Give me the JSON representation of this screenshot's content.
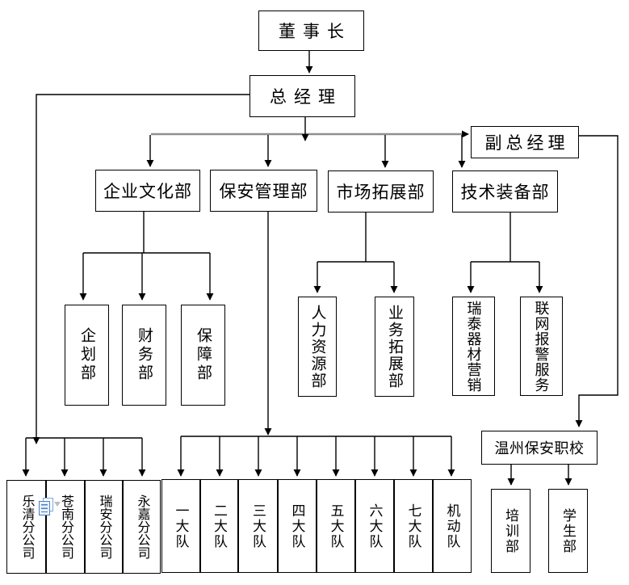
{
  "org": {
    "chairman": "董事长",
    "general_manager": "总经理",
    "deputy_general_manager": "副总经理",
    "departments": [
      "企业文化部",
      "保安管理部",
      "市场拓展部",
      "技术装备部"
    ],
    "culture_subs": [
      "企划部",
      "财务部",
      "保障部"
    ],
    "market_subs": [
      "人力资源部",
      "业务拓展部"
    ],
    "tech_subs": [
      "瑞泰器材营销",
      "联网报警服务"
    ],
    "school": "温州保安职校",
    "school_subs": [
      "培训部",
      "学生部"
    ],
    "branch_companies": [
      "乐清分公司",
      "苍南分公司",
      "瑞安分公司",
      "永嘉分公司"
    ],
    "brigades": [
      "一大队",
      "二大队",
      "三大队",
      "四大队",
      "五大队",
      "六大队",
      "七大队",
      "机动队"
    ]
  },
  "icons": {
    "document_icon": "📄",
    "caret_icon": "▾"
  },
  "colors": {
    "background": "#ffffff",
    "box_border": "#000000",
    "connector_line": "#000000",
    "distribution_line": "#8f8f8f",
    "document_icon_border": "#4f81bd",
    "document_icon_fill": "#e8f0fa",
    "caret_gray": "#bdbdbd"
  }
}
